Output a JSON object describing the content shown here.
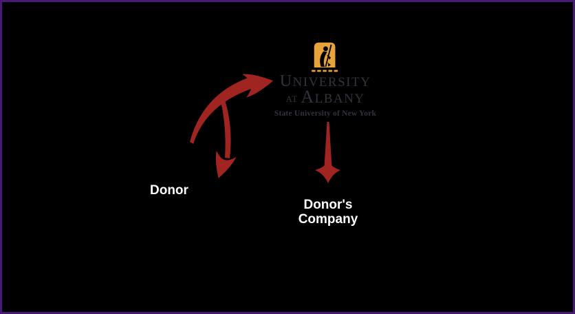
{
  "diagram": {
    "title": "Donor giving cycle diagram",
    "colors": {
      "background": "#000000",
      "border": "#471a78",
      "arrow": "#a02420",
      "logo_gold": "#e8a33a",
      "logo_text": "#33333d",
      "label_text": "#ffffff"
    },
    "nodes": {
      "university": {
        "line1": "UNIVERSITY",
        "line2_prefix": "AT",
        "line2_name": "ALBANY",
        "tagline": "State University of New York",
        "icon": "minerva-statue-icon"
      },
      "donor": {
        "label": "Donor"
      },
      "company": {
        "label": "Donor's\nCompany"
      }
    },
    "edges": [
      {
        "from": "donor",
        "to": "university",
        "style": "curved-tapered-arrow"
      },
      {
        "from": "university",
        "to": "donor",
        "style": "curved-tapered-arrow"
      },
      {
        "from": "university",
        "to": "company",
        "style": "straight-tapered-arrow"
      }
    ]
  }
}
